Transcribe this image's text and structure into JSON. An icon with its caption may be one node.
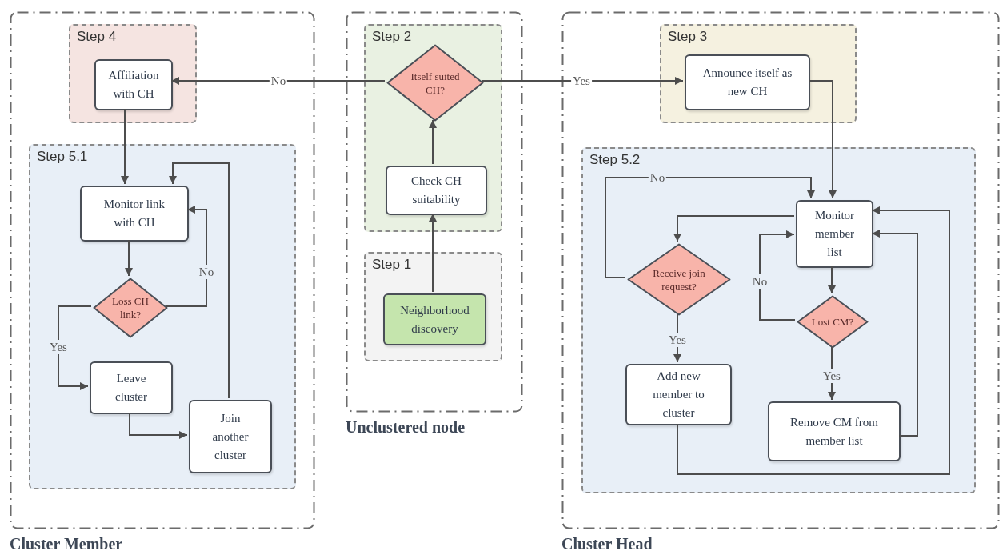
{
  "diagram": {
    "nodes": [
      {
        "text": [
          "Cluster Member"
        ]
      },
      {
        "text": [
          "Step 4"
        ],
        "in": 0
      },
      {
        "text": [
          "Affiliation with CH"
        ],
        "in": 1
      },
      {
        "text": [
          "Step 5.1"
        ],
        "in": 0
      },
      {
        "text": [
          "Monitor link with CH"
        ],
        "in": 3
      },
      {
        "text": [
          "Loss CH link?"
        ],
        "in": 3
      },
      {
        "text": [
          "Leave cluster"
        ],
        "in": 3
      },
      {
        "text": [
          "Join another cluster"
        ],
        "in": 3
      },
      {
        "text": [
          "Unclustered node"
        ]
      },
      {
        "text": [
          "Step 2"
        ],
        "in": 8
      },
      {
        "text": [
          "Itself suited CH?"
        ],
        "in": 9
      },
      {
        "text": [
          "Check  CH suitability"
        ],
        "in": 9
      },
      {
        "text": [
          "Step 1"
        ],
        "in": 8
      },
      {
        "text": [
          "Neighborhood discovery"
        ],
        "in": 12
      },
      {
        "text": [
          "Cluster Head"
        ]
      },
      {
        "text": [
          "Step 3"
        ],
        "in": 14
      },
      {
        "text": [
          "Announce itself as new CH"
        ],
        "in": 15
      },
      {
        "text": [
          "Step 5.2"
        ],
        "in": 14
      },
      {
        "text": [
          "Monitor member list"
        ],
        "in": 17
      },
      {
        "text": [
          "Receive join request?"
        ],
        "in": 17
      },
      {
        "text": [
          "Lost CM?"
        ],
        "in": 17
      },
      {
        "text": [
          "Add new member to cluster"
        ],
        "in": 17
      },
      {
        "text": [
          "Remove CM from member list"
        ],
        "in": 17
      }
    ],
    "edges": [
      {
        "from": 10,
        "to": 2,
        "arrow": "to",
        "label": "No"
      },
      {
        "from": 10,
        "to": 16,
        "arrow": "to",
        "label": "Yes"
      },
      {
        "from": 13,
        "to": 11,
        "arrow": "to"
      },
      {
        "from": 11,
        "to": 10,
        "arrow": "to"
      },
      {
        "from": 2,
        "to": 4,
        "arrow": "to"
      },
      {
        "from": 4,
        "to": 5,
        "arrow": "to"
      },
      {
        "from": 5,
        "to": 4,
        "arrow": "to",
        "label": "No"
      },
      {
        "from": 5,
        "to": 6,
        "arrow": "to",
        "label": "Yes"
      },
      {
        "from": 6,
        "to": 7,
        "arrow": "to"
      },
      {
        "from": 7,
        "to": 4,
        "arrow": "to"
      },
      {
        "from": 16,
        "to": 18,
        "arrow": "to"
      },
      {
        "from": 18,
        "to": 19,
        "arrow": "to"
      },
      {
        "from": 19,
        "to": 18,
        "arrow": "to",
        "label": "No"
      },
      {
        "from": 19,
        "to": 21,
        "arrow": "to",
        "label": "Yes"
      },
      {
        "from": 18,
        "to": 20,
        "arrow": "to"
      },
      {
        "from": 20,
        "to": 18,
        "arrow": "to",
        "label": "No"
      },
      {
        "from": 20,
        "to": 22,
        "arrow": "to",
        "label": "Yes"
      },
      {
        "from": 22,
        "to": 18,
        "arrow": "to"
      },
      {
        "from": 21,
        "to": 18,
        "arrow": "to"
      }
    ]
  }
}
